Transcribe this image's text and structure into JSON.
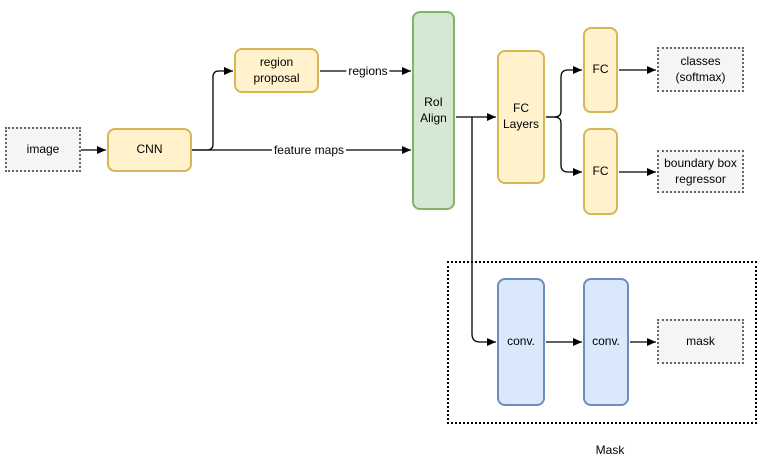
{
  "diagram": {
    "type": "flowchart",
    "topic": "Mask R-CNN architecture",
    "nodes": {
      "image": {
        "label": "image"
      },
      "cnn": {
        "label": "CNN"
      },
      "region_proposal": {
        "label": "region proposal"
      },
      "roi_align": {
        "label": "RoI Align"
      },
      "fc_layers": {
        "label": "FC Layers"
      },
      "fc_top": {
        "label": "FC"
      },
      "fc_bottom": {
        "label": "FC"
      },
      "classes": {
        "label": "classes (softmax)"
      },
      "boundary_box": {
        "label": "boundary box regressor"
      },
      "conv1": {
        "label": "conv."
      },
      "conv2": {
        "label": "conv."
      },
      "mask": {
        "label": "mask"
      },
      "mask_group": {
        "label": "Mask"
      }
    },
    "edge_labels": {
      "regions": "regions",
      "feature_maps": "feature maps"
    },
    "colors": {
      "yellow_fill": "#fff2cc",
      "yellow_stroke": "#d6b656",
      "green_fill": "#d5e8d4",
      "green_stroke": "#82b366",
      "blue_fill": "#dae8fc",
      "blue_stroke": "#6c8ebf",
      "gray_fill": "#f5f5f5",
      "gray_stroke": "#666666",
      "group_stroke": "#000000",
      "arrow": "#000000",
      "background": "#ffffff"
    }
  }
}
